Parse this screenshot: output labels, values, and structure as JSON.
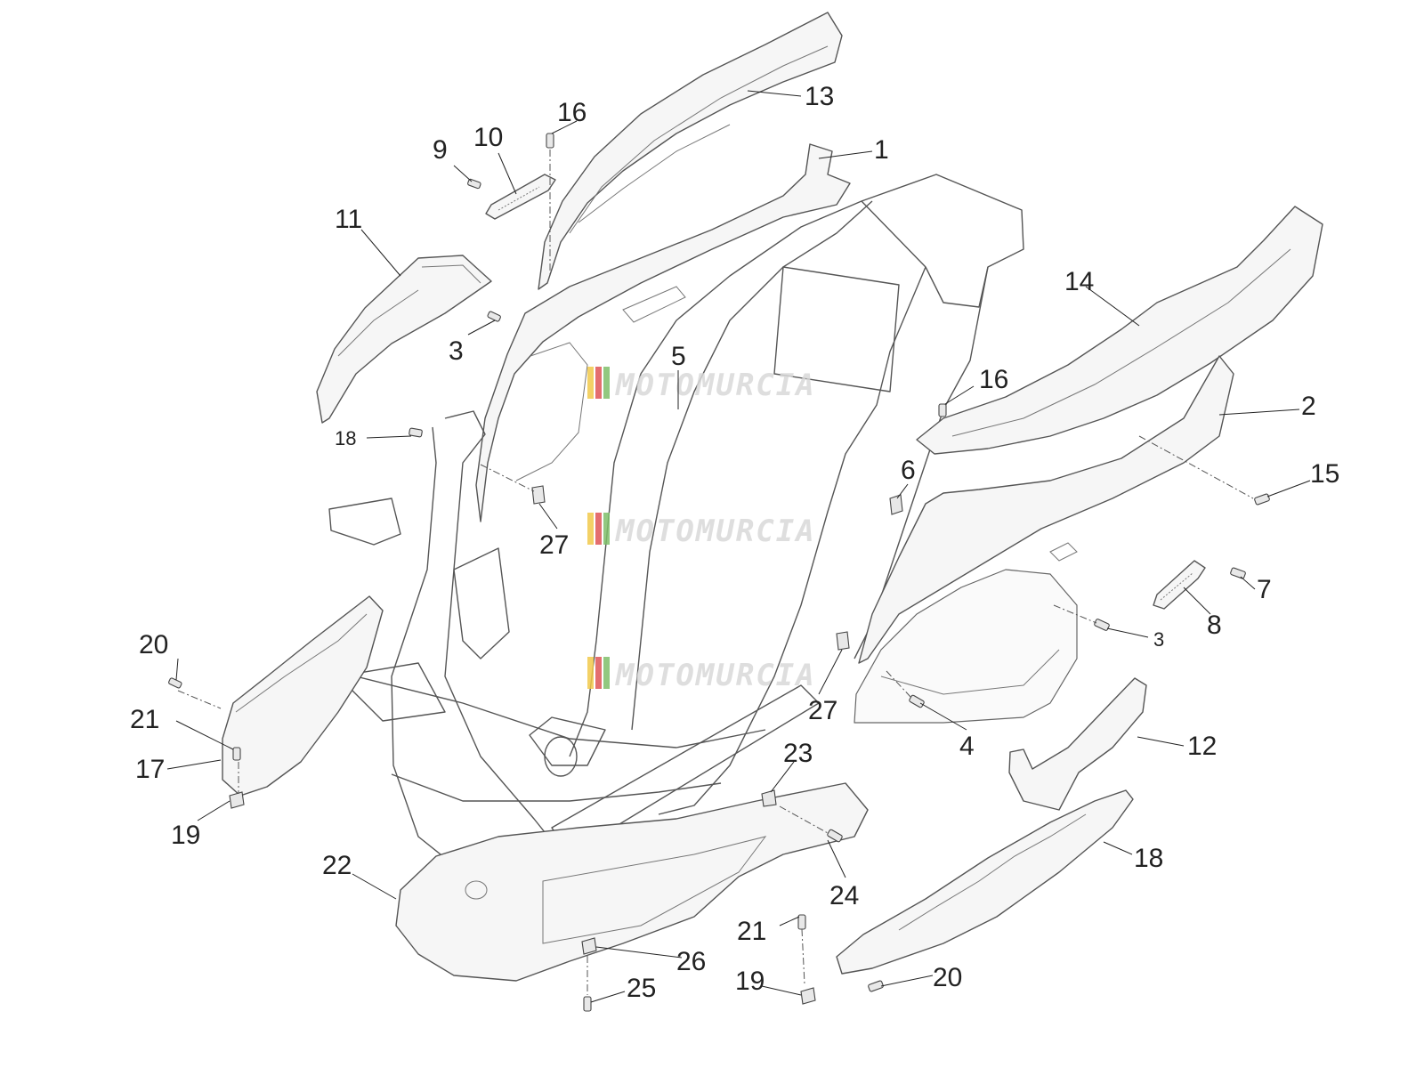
{
  "callouts": [
    {
      "id": "1",
      "text": "1"
    },
    {
      "id": "2",
      "text": "2"
    },
    {
      "id": "3a",
      "text": "3"
    },
    {
      "id": "3b",
      "text": "3"
    },
    {
      "id": "4",
      "text": "4"
    },
    {
      "id": "5",
      "text": "5"
    },
    {
      "id": "6",
      "text": "6"
    },
    {
      "id": "7",
      "text": "7"
    },
    {
      "id": "8",
      "text": "8"
    },
    {
      "id": "9",
      "text": "9"
    },
    {
      "id": "10",
      "text": "10"
    },
    {
      "id": "11",
      "text": "11"
    },
    {
      "id": "12",
      "text": "12"
    },
    {
      "id": "13",
      "text": "13"
    },
    {
      "id": "14",
      "text": "14"
    },
    {
      "id": "15",
      "text": "15"
    },
    {
      "id": "16a",
      "text": "16"
    },
    {
      "id": "16b",
      "text": "16"
    },
    {
      "id": "17",
      "text": "17"
    },
    {
      "id": "18a",
      "text": "18"
    },
    {
      "id": "18b",
      "text": "18"
    },
    {
      "id": "19a",
      "text": "19"
    },
    {
      "id": "19b",
      "text": "19"
    },
    {
      "id": "20a",
      "text": "20"
    },
    {
      "id": "20b",
      "text": "20"
    },
    {
      "id": "21a",
      "text": "21"
    },
    {
      "id": "21b",
      "text": "21"
    },
    {
      "id": "22",
      "text": "22"
    },
    {
      "id": "23",
      "text": "23"
    },
    {
      "id": "24",
      "text": "24"
    },
    {
      "id": "25",
      "text": "25"
    },
    {
      "id": "26",
      "text": "26"
    },
    {
      "id": "27a",
      "text": "27"
    },
    {
      "id": "27b",
      "text": "27"
    }
  ],
  "watermark": {
    "text": "MOTOMURCIA",
    "stripe_colors": [
      "#f2c94c",
      "#e05555",
      "#7fbf6a"
    ]
  }
}
